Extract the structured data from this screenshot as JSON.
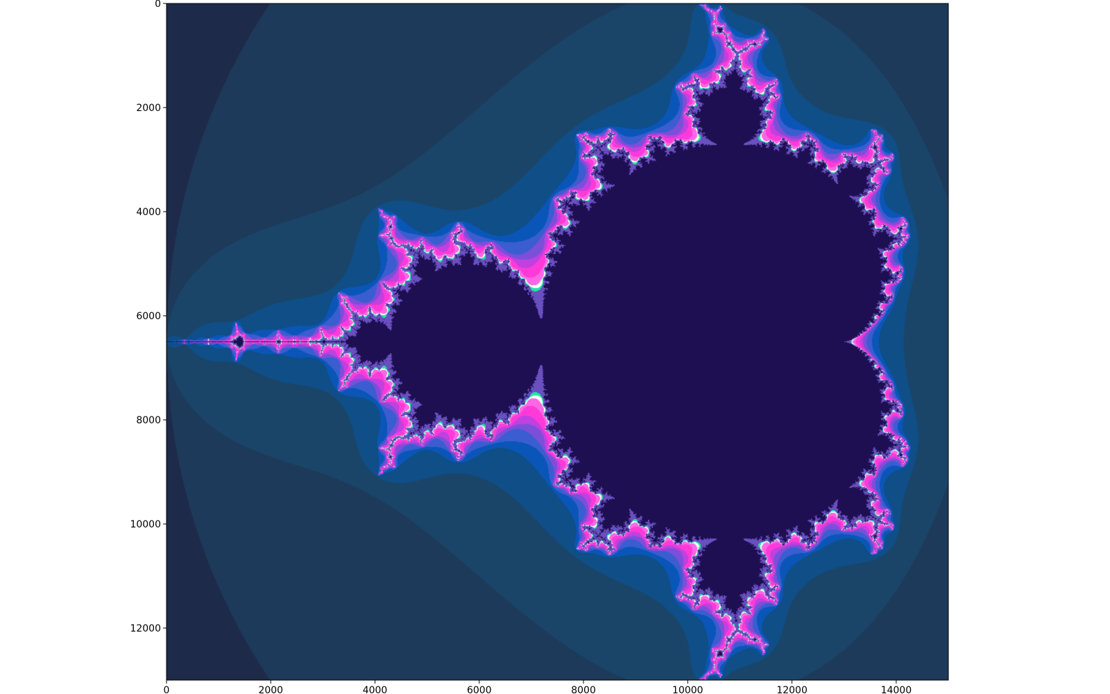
{
  "chart_data": {
    "type": "heatmap",
    "title": "",
    "xlabel": "",
    "ylabel": "",
    "xlim": [
      0,
      15000
    ],
    "ylim": [
      13000,
      0
    ],
    "y_axis_inverted": true,
    "grid": false,
    "legend": "none",
    "x_ticks": [
      0,
      2000,
      4000,
      6000,
      8000,
      10000,
      12000,
      14000
    ],
    "y_ticks": [
      0,
      2000,
      4000,
      6000,
      8000,
      10000,
      12000
    ],
    "x_tick_labels": [
      "0",
      "2000",
      "4000",
      "6000",
      "8000",
      "10000",
      "12000",
      "14000"
    ],
    "y_tick_labels": [
      "0",
      "2000",
      "4000",
      "6000",
      "8000",
      "10000",
      "12000"
    ],
    "image_extent": [
      0,
      15000,
      13000,
      0
    ],
    "complex_window": {
      "re": [
        -2.0,
        0.6
      ],
      "im": [
        -1.12,
        1.12
      ]
    },
    "max_iterations": 40,
    "colormap": [
      "#1e2a4a",
      "#1d3a5a",
      "#1a4568",
      "#0f4e86",
      "#0a56b8",
      "#3a5dd0",
      "#7c4fd8",
      "#c040e0",
      "#ff3ad8",
      "#ff66e6",
      "#ffffff",
      "#20e8a0",
      "#6a4fc0"
    ],
    "interior_color": "#1e0f52"
  }
}
